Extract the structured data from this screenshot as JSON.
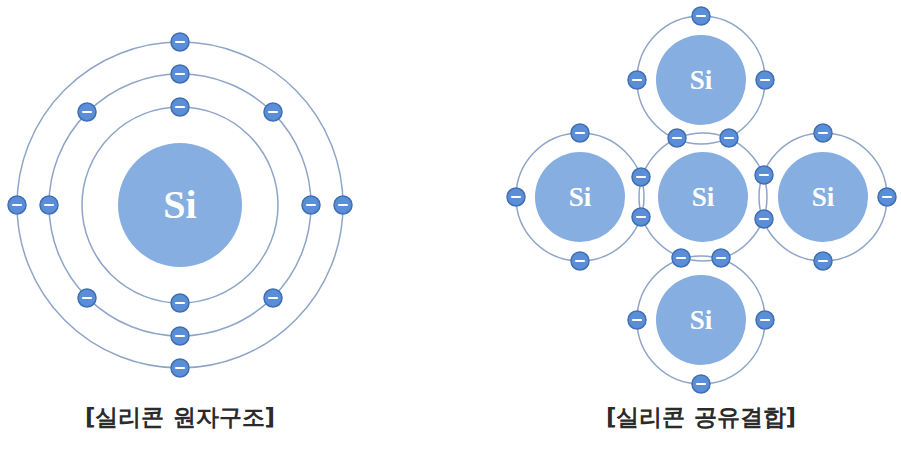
{
  "diagram": {
    "nodes": [
      {
        "text": [
          "Si"
        ]
      },
      {
        "text": [
          "Si"
        ]
      },
      {
        "text": [
          "Si"
        ]
      },
      {
        "text": [
          "Si"
        ]
      },
      {
        "text": [
          "Si"
        ]
      },
      {
        "text": [
          "Si"
        ]
      }
    ],
    "labels": [
      "[실리콘 원자구조]",
      "[실리콘 공유결합]"
    ]
  }
}
